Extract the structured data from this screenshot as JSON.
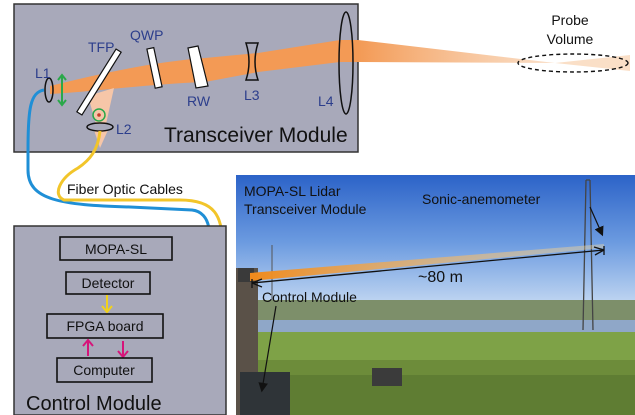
{
  "transceiver": {
    "title": "Transceiver Module",
    "labels": {
      "L1": "L1",
      "TFP": "TFP",
      "QWP": "QWP",
      "RW": "RW",
      "L2": "L2",
      "L3": "L3",
      "L4": "L4"
    },
    "probe": {
      "line1": "Probe",
      "line2": "Volume"
    }
  },
  "cables_label": "Fiber Optic Cables",
  "control": {
    "title": "Control Module",
    "boxes": {
      "mopa": "MOPA-SL",
      "detector": "Detector",
      "fpga": "FPGA board",
      "computer": "Computer"
    }
  },
  "photo": {
    "label_lidar_line1": "MOPA-SL Lidar",
    "label_lidar_line2": "Transceiver Module",
    "label_sonic": "Sonic-anemometer",
    "label_distance": "~80 m",
    "label_control": "Control Module"
  },
  "colors": {
    "module_bg": "#a8a9ba",
    "beam": "#f4a064",
    "cable_blue": "#1f8fd6",
    "cable_yellow": "#f2c52a",
    "arrow_magenta": "#d6157a",
    "arrow_yellow": "#f2d21a",
    "label_blue": "#2c3e8c"
  }
}
